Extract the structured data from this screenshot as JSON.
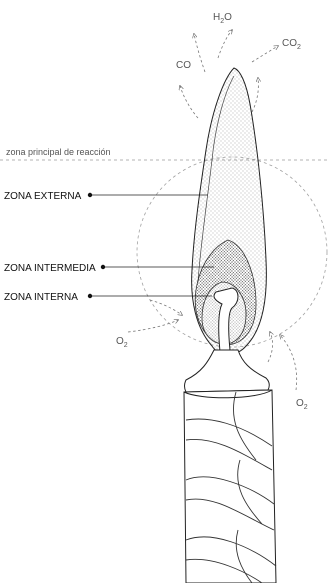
{
  "gases": {
    "h2o": {
      "main": "H",
      "sub": "2",
      "tail": "O"
    },
    "co": "CO",
    "co2": {
      "main": "CO",
      "sub": "2"
    },
    "o2_left": {
      "main": "O",
      "sub": "2"
    },
    "o2_right": {
      "main": "O",
      "sub": "2"
    }
  },
  "labels": {
    "reaction_zone": "zona principal de reacción",
    "outer_zone": "ZONA EXTERNA",
    "middle_zone": "ZONA INTERMEDIA",
    "inner_zone": "ZONA INTERNA"
  }
}
